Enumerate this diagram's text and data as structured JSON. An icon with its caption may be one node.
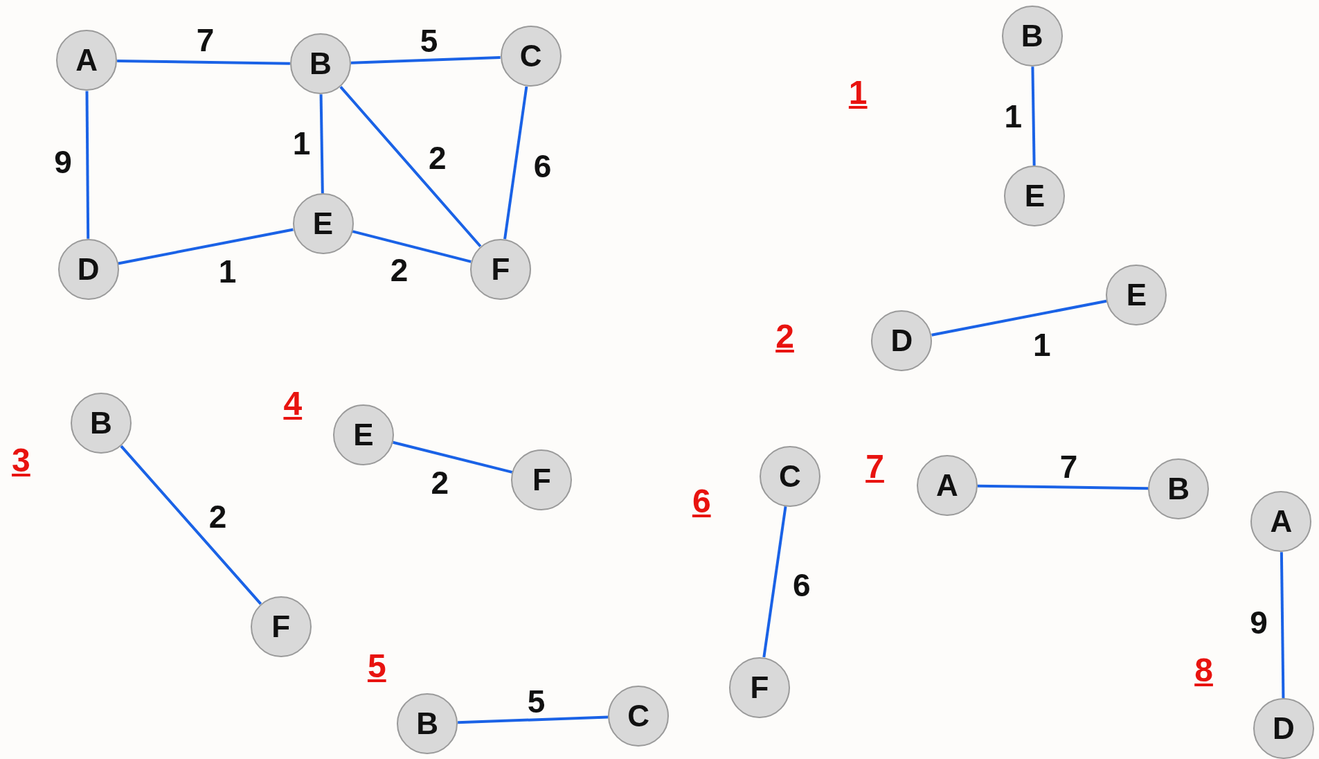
{
  "diagram": {
    "nodes": [
      {
        "text": [
          "A"
        ]
      },
      {
        "text": [
          "B"
        ]
      },
      {
        "text": [
          "C"
        ]
      },
      {
        "text": [
          "D"
        ]
      },
      {
        "text": [
          "E"
        ]
      },
      {
        "text": [
          "F"
        ]
      },
      {
        "text": [
          "B"
        ]
      },
      {
        "text": [
          "E"
        ]
      },
      {
        "text": [
          "D"
        ]
      },
      {
        "text": [
          "E"
        ]
      },
      {
        "text": [
          "B"
        ]
      },
      {
        "text": [
          "F"
        ]
      },
      {
        "text": [
          "E"
        ]
      },
      {
        "text": [
          "F"
        ]
      },
      {
        "text": [
          "B"
        ]
      },
      {
        "text": [
          "C"
        ]
      },
      {
        "text": [
          "C"
        ]
      },
      {
        "text": [
          "F"
        ]
      },
      {
        "text": [
          "A"
        ]
      },
      {
        "text": [
          "B"
        ]
      },
      {
        "text": [
          "A"
        ]
      },
      {
        "text": [
          "D"
        ]
      }
    ],
    "edges": [
      {
        "from": 0,
        "to": 1,
        "arrow": "none",
        "label": "7"
      },
      {
        "from": 1,
        "to": 2,
        "arrow": "none",
        "label": "5"
      },
      {
        "from": 0,
        "to": 3,
        "arrow": "none",
        "label": "9"
      },
      {
        "from": 1,
        "to": 4,
        "arrow": "none",
        "label": "1"
      },
      {
        "from": 1,
        "to": 5,
        "arrow": "none",
        "label": "2"
      },
      {
        "from": 2,
        "to": 5,
        "arrow": "none",
        "label": "6"
      },
      {
        "from": 3,
        "to": 4,
        "arrow": "none",
        "label": "1"
      },
      {
        "from": 4,
        "to": 5,
        "arrow": "none",
        "label": "2"
      },
      {
        "from": 6,
        "to": 7,
        "arrow": "none",
        "label": "1"
      },
      {
        "from": 8,
        "to": 9,
        "arrow": "none",
        "label": "1"
      },
      {
        "from": 10,
        "to": 11,
        "arrow": "none",
        "label": "2"
      },
      {
        "from": 12,
        "to": 13,
        "arrow": "none",
        "label": "2"
      },
      {
        "from": 14,
        "to": 15,
        "arrow": "none",
        "label": "5"
      },
      {
        "from": 16,
        "to": 17,
        "arrow": "none",
        "label": "6"
      },
      {
        "from": 18,
        "to": 19,
        "arrow": "none",
        "label": "7"
      },
      {
        "from": 20,
        "to": 21,
        "arrow": "none",
        "label": "9"
      }
    ],
    "labels": [
      "1",
      "2",
      "3",
      "4",
      "5",
      "6",
      "7",
      "8"
    ]
  }
}
